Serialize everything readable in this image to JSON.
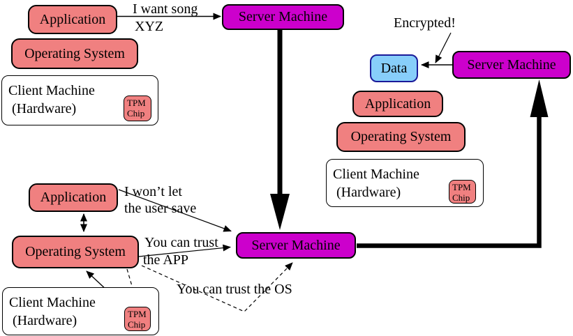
{
  "diagram": {
    "title_hint": "Trusted computing content-protection flow",
    "boxes": {
      "application": "Application",
      "operating_system": "Operating System",
      "client_machine_line1": "Client Machine",
      "client_machine_line2": "(Hardware)",
      "tpm_line1": "TPM",
      "tpm_line2": "Chip",
      "server_machine": "Server Machine",
      "data": "Data"
    },
    "annotations": {
      "request_line1": "I want song",
      "request_line2": "XYZ",
      "encrypted": "Encrypted!",
      "wont_let_line1": "I won’t let",
      "wont_let_line2": "the user save",
      "trust_app_line1": "You can trust",
      "trust_app_line2": "the APP",
      "trust_os": "You can trust the OS"
    },
    "colors": {
      "box_salmon": "#F08080",
      "box_magenta": "#CC00CC",
      "data_fill": "#87CEFA",
      "data_border": "#1A1A99",
      "arrow": "#000000",
      "background": "#FFFFFF"
    }
  }
}
